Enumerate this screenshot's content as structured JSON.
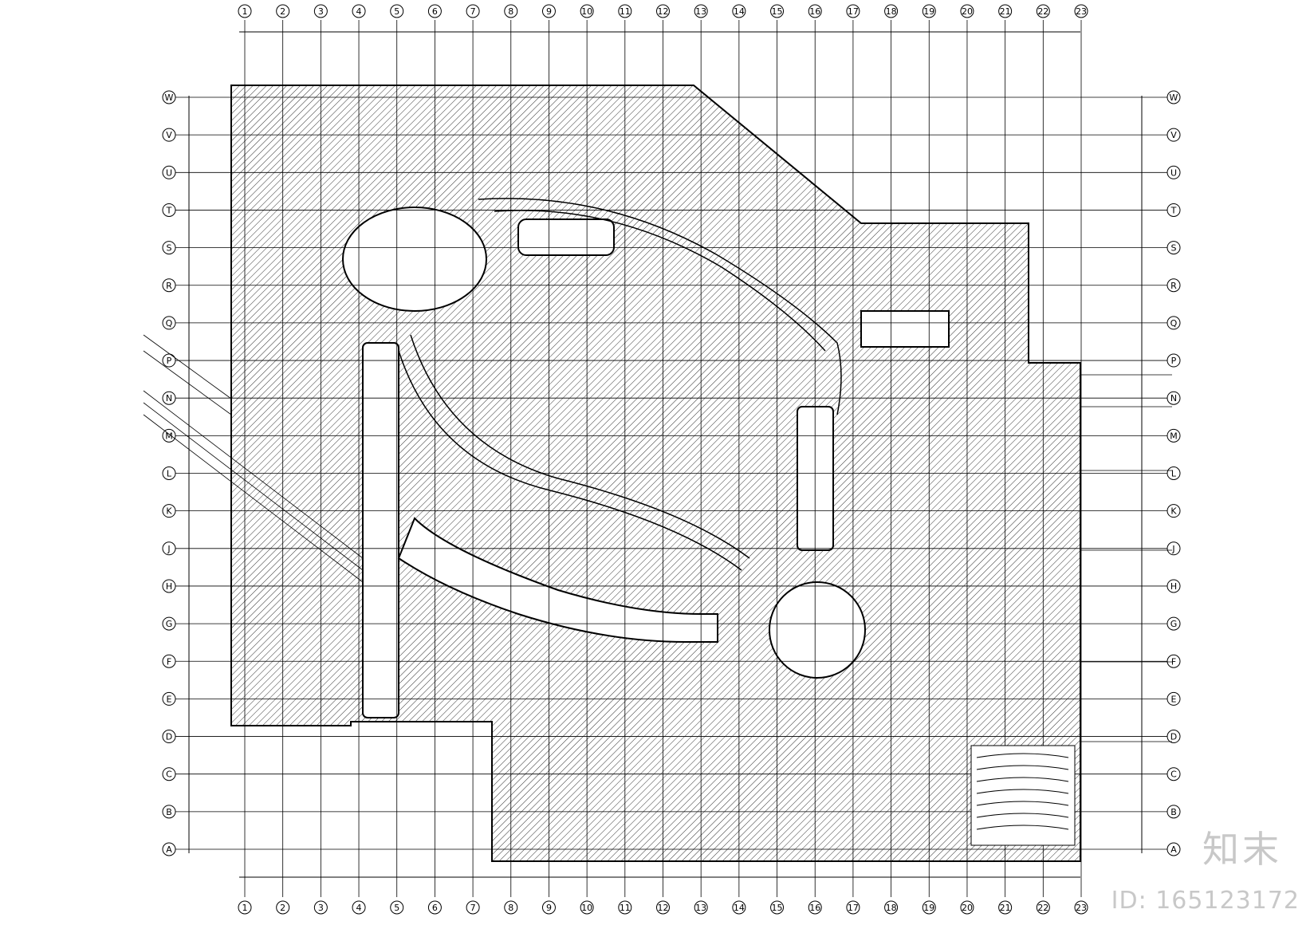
{
  "grid": {
    "columns": [
      "1",
      "2",
      "3",
      "4",
      "5",
      "6",
      "7",
      "8",
      "9",
      "10",
      "11",
      "12",
      "13",
      "14",
      "15",
      "16",
      "17",
      "18",
      "19",
      "20",
      "21",
      "22",
      "23"
    ],
    "rows": [
      "W",
      "V",
      "U",
      "T",
      "S",
      "R",
      "Q",
      "P",
      "N",
      "M",
      "L",
      "K",
      "J",
      "H",
      "G",
      "F",
      "E",
      "D",
      "C",
      "B",
      "A"
    ]
  },
  "watermark": {
    "logo": "知末",
    "id_text": "ID: 165123172"
  },
  "colors": {
    "line": "#000000",
    "hatch": "#222222",
    "watermark": "#c8c8c8"
  }
}
